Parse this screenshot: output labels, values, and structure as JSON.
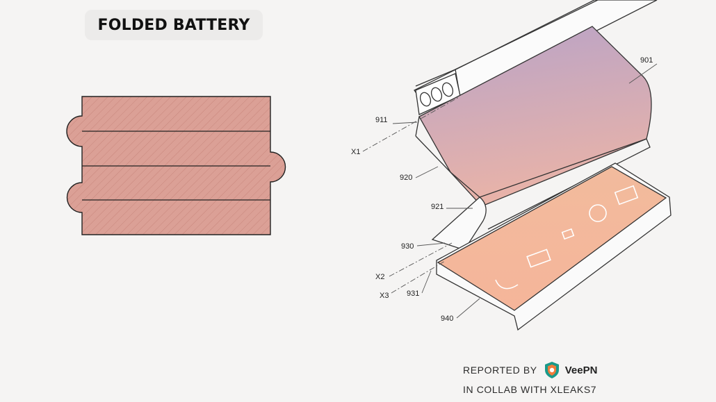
{
  "title": "FOLDED BATTERY",
  "callouts": {
    "c901": "901",
    "c911": "911",
    "cX1": "X1",
    "c920": "920",
    "c921": "921",
    "c930": "930",
    "cX2": "X2",
    "cX3": "X3",
    "c931": "931",
    "c940": "940"
  },
  "credit": {
    "reported_by": "REPORTED BY",
    "brand": "VeePN",
    "collab": "IN COLLAB WITH XLEAKS7"
  },
  "colors": {
    "battery_fill": "#dba096",
    "screen_top": "#b9a3c7",
    "screen_bottom": "#f3b89a",
    "shield": "#1a9a8a"
  }
}
